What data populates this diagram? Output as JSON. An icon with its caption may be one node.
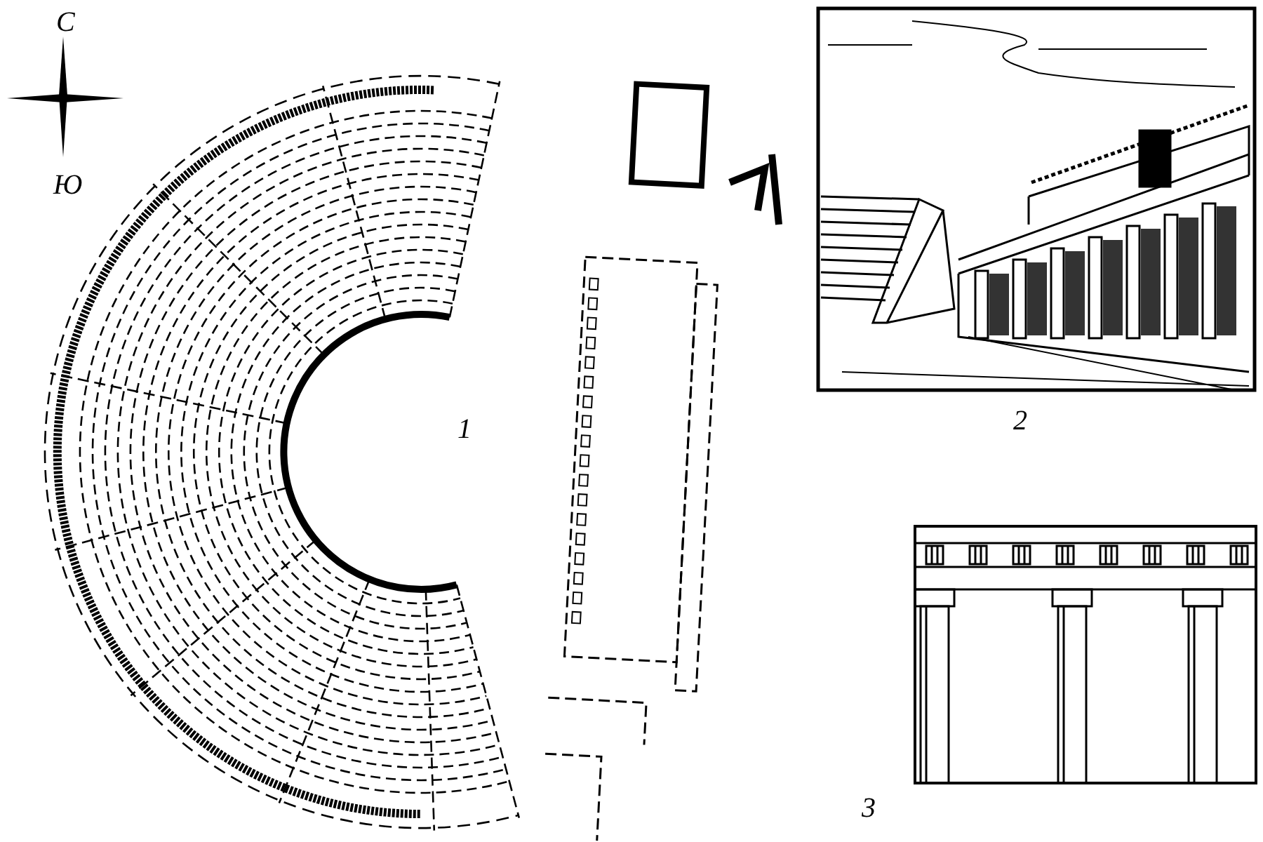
{
  "diagram": {
    "labels": [
      "С",
      "Ю",
      "1",
      "2",
      "3"
    ]
  }
}
